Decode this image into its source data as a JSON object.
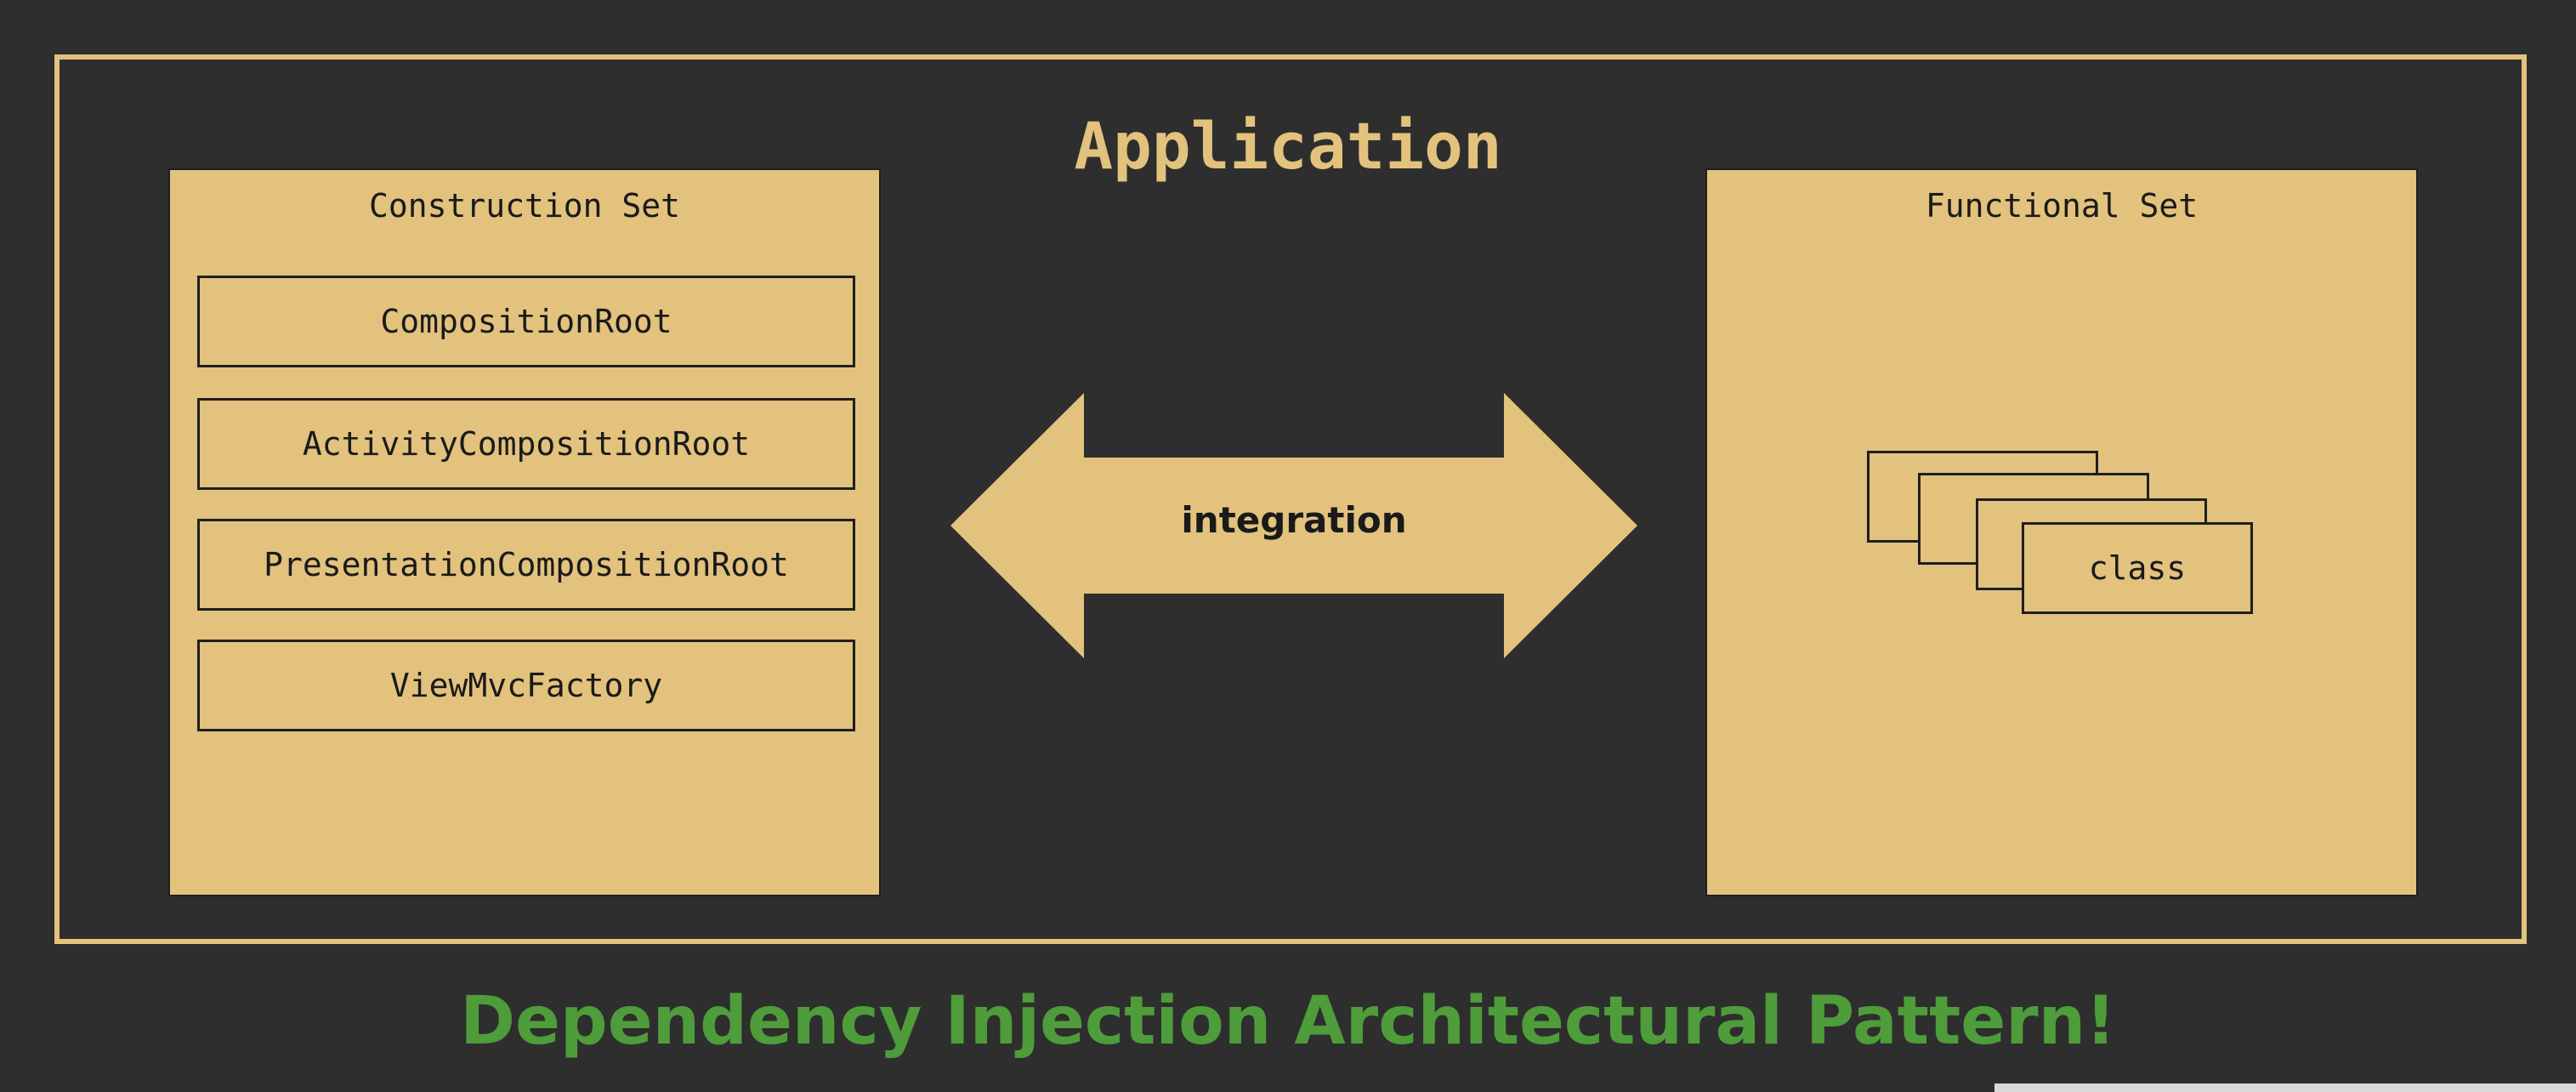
{
  "application": {
    "title": "Application"
  },
  "construction_set": {
    "title": "Construction Set",
    "items": [
      "CompositionRoot",
      "ActivityCompositionRoot",
      "PresentationCompositionRoot",
      "ViewMvcFactory"
    ]
  },
  "integration": {
    "label": "integration"
  },
  "functional_set": {
    "title": "Functional Set",
    "class_label": "class"
  },
  "footer": {
    "title": "Dependency Injection Architectural Pattern!"
  },
  "colors": {
    "background": "#2e2e2e",
    "accent_tan": "#e2c27d",
    "outline": "#1f1f1f",
    "footer_green": "#4e9c3a"
  }
}
